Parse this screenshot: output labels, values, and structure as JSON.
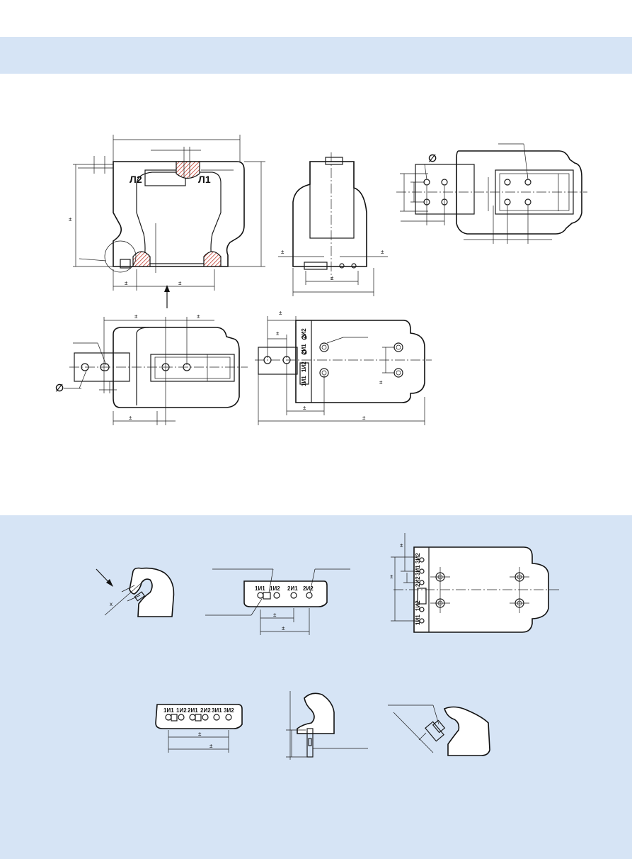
{
  "labels": {
    "l2": "Л2",
    "l1": "Л1",
    "phi": "∅",
    "pm": "±",
    "x": "x",
    "t1n1": "1И1",
    "t1n2": "1И2",
    "t2n1": "2И1",
    "t2n2": "2И2",
    "t3n1": "3И1",
    "t3n2": "3И2"
  },
  "colors": {
    "band": "#d6e4f5",
    "line": "#111111",
    "hatch": "#c0392b"
  }
}
